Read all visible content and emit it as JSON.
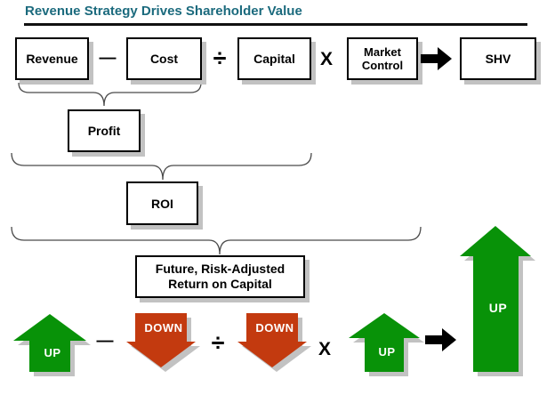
{
  "title": {
    "text": "Revenue Strategy Drives Shareholder Value"
  },
  "formula": {
    "revenue": "Revenue",
    "cost": "Cost",
    "capital": "Capital",
    "market_line1": "Market",
    "market_line2": "Control",
    "shv": "SHV",
    "op_minus": "—",
    "op_divide": "÷",
    "op_multiply": "X"
  },
  "derived": {
    "profit": "Profit",
    "roi": "ROI",
    "future_line1": "Future, Risk-Adjusted",
    "future_line2": "Return on Capital"
  },
  "outcome": {
    "up1": "UP",
    "down1": "DOWN",
    "down2": "DOWN",
    "up2": "UP",
    "up3": "UP",
    "op_minus": "—",
    "op_divide": "÷",
    "op_multiply": "X"
  },
  "icons": {
    "right_arrow_top": "right-arrow-icon",
    "right_arrow_bottom": "right-arrow-icon"
  },
  "colors": {
    "title-teal": "#1B6A7D",
    "up-green": "#089208",
    "down-red": "#C33A0F",
    "shadow-gray": "#C2C2C2",
    "brace-gray": "#4A4A4A"
  }
}
